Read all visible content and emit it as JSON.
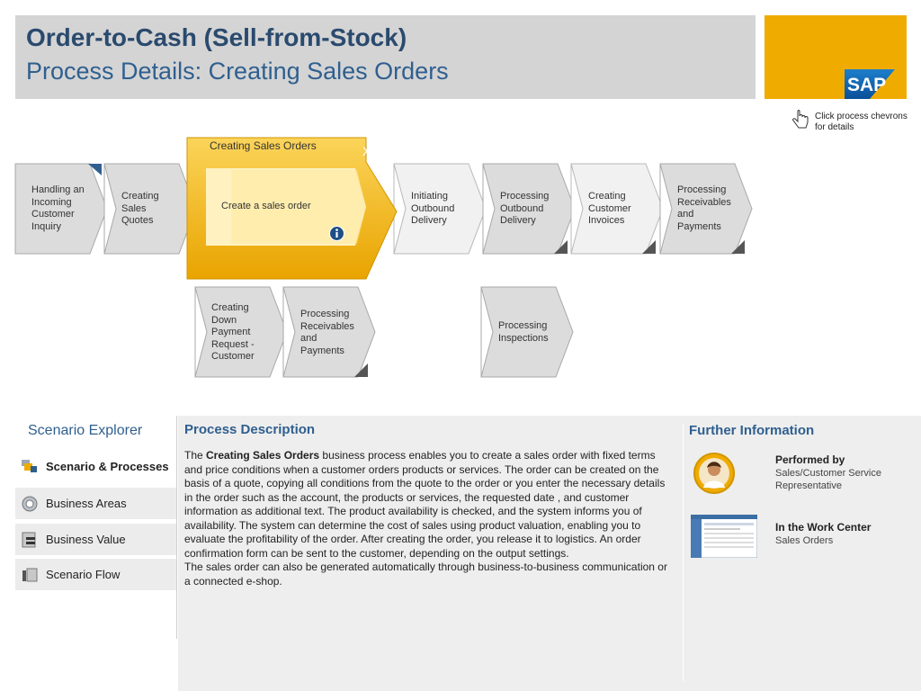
{
  "header": {
    "title": "Order-to-Cash (Sell-from-Stock)",
    "subtitle": "Process Details: Creating Sales Orders",
    "logo_text": "SAP"
  },
  "hint": {
    "text": "Click process chevrons for details",
    "icon": "hand-pointer-icon"
  },
  "process_chevrons": [
    {
      "label": "Handling an Incoming Customer Inquiry"
    },
    {
      "label": "Creating Sales Quotes"
    },
    {
      "label": "Initiating Outbound Delivery"
    },
    {
      "label": "Processing Outbound Delivery"
    },
    {
      "label": "Creating Customer Invoices"
    },
    {
      "label": "Processing Receivables and Payments"
    }
  ],
  "sub_chevrons": [
    {
      "label": "Creating Down Payment Request - Customer"
    },
    {
      "label": "Processing Receivables and Payments"
    },
    {
      "label": "Processing Inspections"
    }
  ],
  "popup": {
    "title": "Creating Sales Orders",
    "close": "X",
    "step": "Create a sales order",
    "info_icon": "info-icon"
  },
  "explorer": {
    "title": "Scenario Explorer",
    "items": [
      {
        "label": "Scenario & Processes",
        "icon": "processes-icon",
        "active": true
      },
      {
        "label": "Business Areas",
        "icon": "gear-icon",
        "active": false
      },
      {
        "label": "Business Value",
        "icon": "coins-icon",
        "active": false
      },
      {
        "label": "Scenario Flow",
        "icon": "flow-icon",
        "active": false
      }
    ]
  },
  "process_description": {
    "title": "Process Description",
    "lead": "The ",
    "bold": "Creating Sales Orders",
    "body1": " business process enables you to create a sales order with fixed terms and price conditions when a customer orders products or services. The order can be created on the basis of a quote, copying all conditions from the quote to the order or you enter the necessary details in the order such as the account, the products or services, the requested date , and customer information as additional text. The product availability is checked, and the system informs you of availability. The system can determine the cost of sales using product valuation, enabling you to evaluate the profitability of the order. After creating the order, you release it to logistics. An order confirmation form can be sent to the customer, depending on the output settings.",
    "body2": "The sales order can also be generated automatically through business-to-business communication or a connected e-shop."
  },
  "further_information": {
    "title": "Further Information",
    "performed_by_label": "Performed by",
    "performed_by_value": "Sales/Customer Service Representative",
    "work_center_label": "In the Work Center",
    "work_center_value": "Sales Orders"
  },
  "colors": {
    "accent_blue": "#2f5f8f",
    "sap_gold": "#f0ab00",
    "selected_chevron": "#f5b820"
  }
}
